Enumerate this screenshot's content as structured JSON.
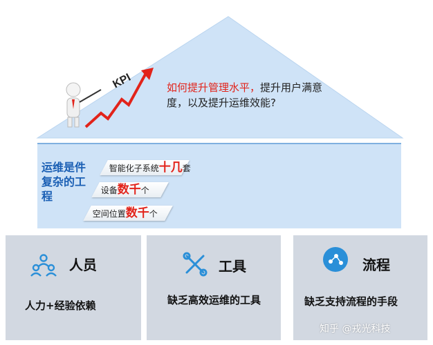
{
  "roof": {
    "kpi_label": "KPI",
    "question_highlight": "如何提升管理水平，",
    "question_rest": "提升用户满意度，以及提升运维效能?"
  },
  "complexity": {
    "title": "运维是件复杂的工程",
    "items": [
      {
        "prefix": "智能化子系统",
        "value": "十几",
        "suffix": "套"
      },
      {
        "prefix": "设备",
        "value": "数千",
        "suffix": "个"
      },
      {
        "prefix": "空间位置",
        "value": "数千",
        "suffix": "个"
      }
    ]
  },
  "cards": [
    {
      "title": "人员",
      "text": "人力+经验依赖",
      "icon": "people-icon"
    },
    {
      "title": "工具",
      "text": "缺乏高效运维的工具",
      "icon": "tools-icon"
    },
    {
      "title": "流程",
      "text": "缺乏支持流程的手段",
      "icon": "flow-icon"
    }
  ],
  "colors": {
    "accent_blue": "#1a5fb4",
    "highlight_red": "#e2231a",
    "roof": "#cfe3f7"
  },
  "watermark": "知乎 @戎光科技"
}
